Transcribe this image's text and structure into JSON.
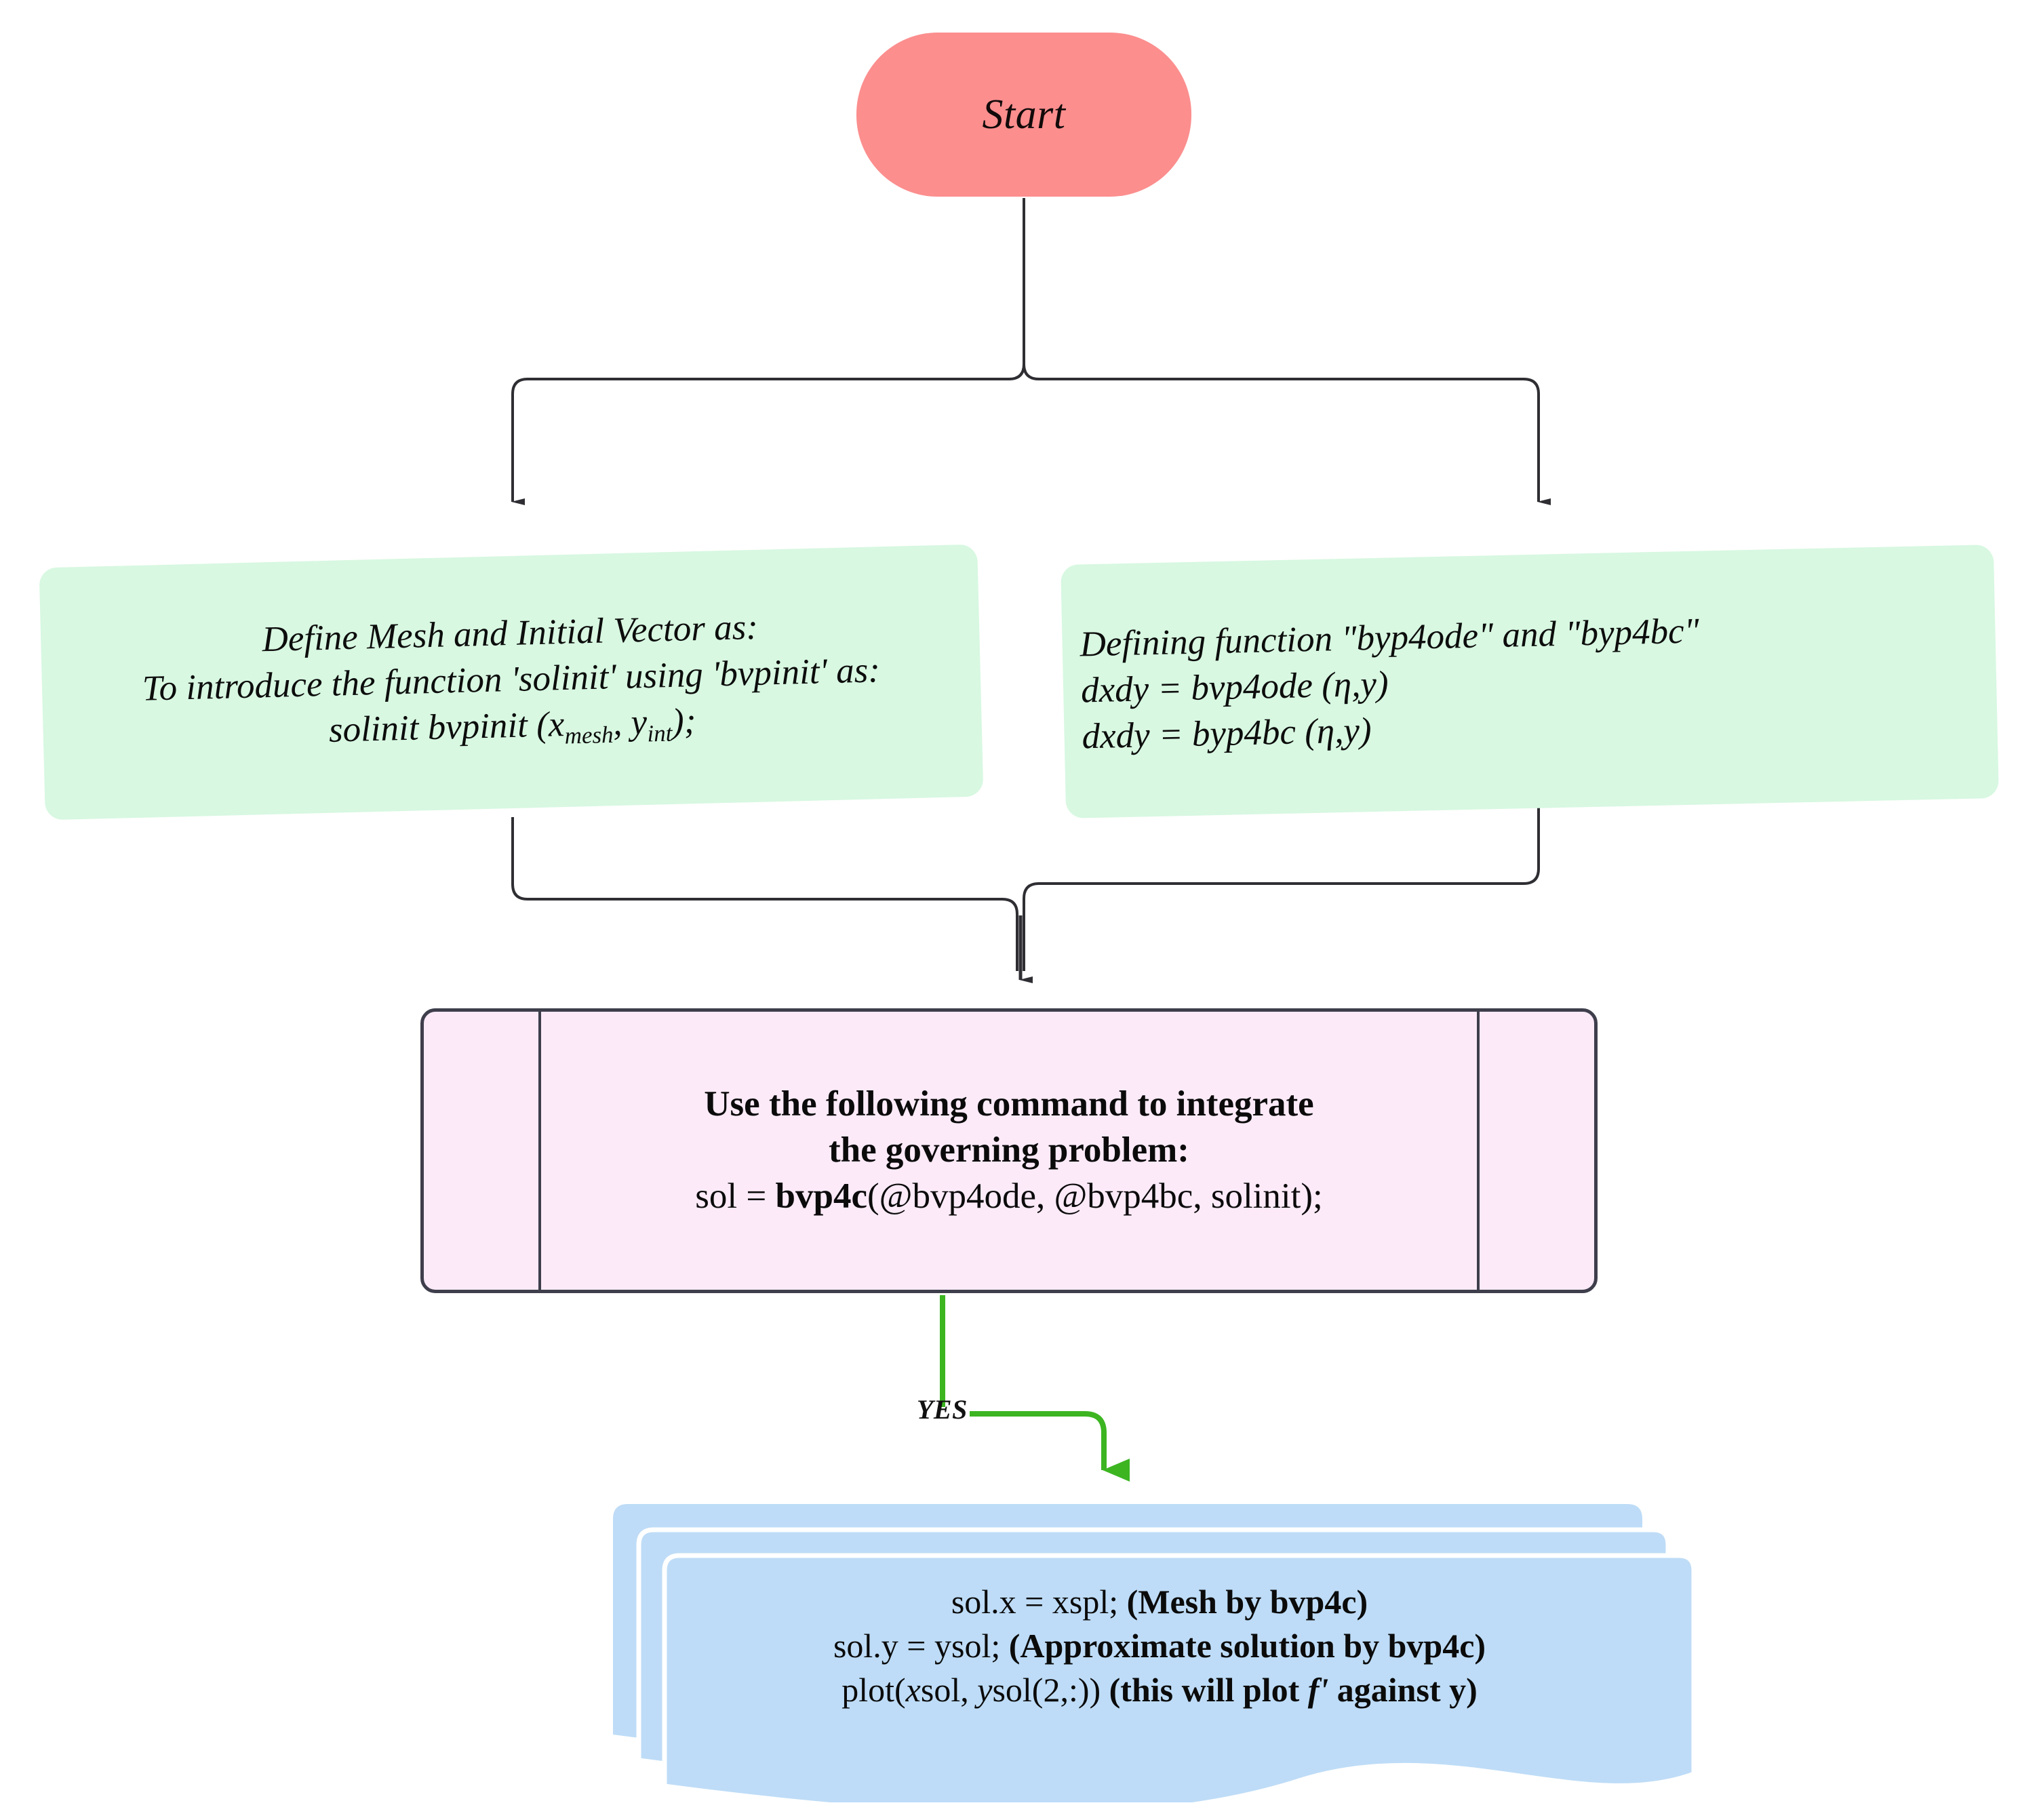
{
  "diagram": {
    "title": "MATLAB bvp4c solution flowchart",
    "colors": {
      "start_fill": "#FC8E8E",
      "process_fill": "#D8F8E1",
      "command_fill": "#FCEAF8",
      "output_fill": "#BEDCF7",
      "border": "#3E3E4C",
      "connector": "#2E2E33",
      "yes_branch": "#3CB521"
    },
    "nodes": {
      "start": {
        "label": "Start",
        "shape": "terminator"
      },
      "define_mesh": {
        "shape": "process",
        "lines": [
          "Define Mesh and Initial Vector as:",
          "To introduce the function 'solinit' using 'bvpinit' as:",
          "solinit bvpinit (x",
          "mesh",
          ", y",
          "int",
          ");"
        ],
        "line1": "Define Mesh and Initial Vector as:",
        "line2": "To introduce the function 'solinit' using 'bvpinit' as:",
        "line3_pre": "solinit bvpinit (x",
        "line3_sub1": "mesh",
        "line3_mid": ", y",
        "line3_sub2": "int",
        "line3_post": ");"
      },
      "define_functions": {
        "shape": "process",
        "line1": "Defining function \"byp4ode\" and \"byp4bc\"",
        "line2": "dxdy = bvp4ode (η,y)",
        "line3": "dxdy = byp4bc (η,y)"
      },
      "integrate_command": {
        "shape": "predefined-process",
        "line1": "Use the following command to integrate",
        "line2": "the governing problem:",
        "line3_pre": "sol = ",
        "line3_bold": "bvp4c",
        "line3_post": "(@bvp4ode, @bvp4bc, solinit);"
      },
      "output_docs": {
        "shape": "multidocument",
        "line1_plain": "sol.x = xspl; ",
        "line1_bold": "(Mesh by bvp4c)",
        "line2_plain": "sol.y = ysol; ",
        "line2_bold": "(Approximate solution by bvp4c)",
        "line3_pre": "plot(",
        "line3_italic1": "x",
        "line3_mid1": "sol, ",
        "line3_italic2": "y",
        "line3_mid2": "sol(2,:)) ",
        "line3_bold1": "(this will plot ",
        "line3_bolditalic": "f'",
        "line3_bold2": " against y)"
      }
    },
    "edges": {
      "start_split": {
        "from": "start",
        "to": [
          "define_mesh",
          "define_functions"
        ],
        "label": ""
      },
      "merge_to_command": {
        "from": [
          "define_mesh",
          "define_functions"
        ],
        "to": "integrate_command",
        "label": ""
      },
      "command_to_output": {
        "from": "integrate_command",
        "to": "output_docs",
        "label": "YES"
      }
    }
  }
}
